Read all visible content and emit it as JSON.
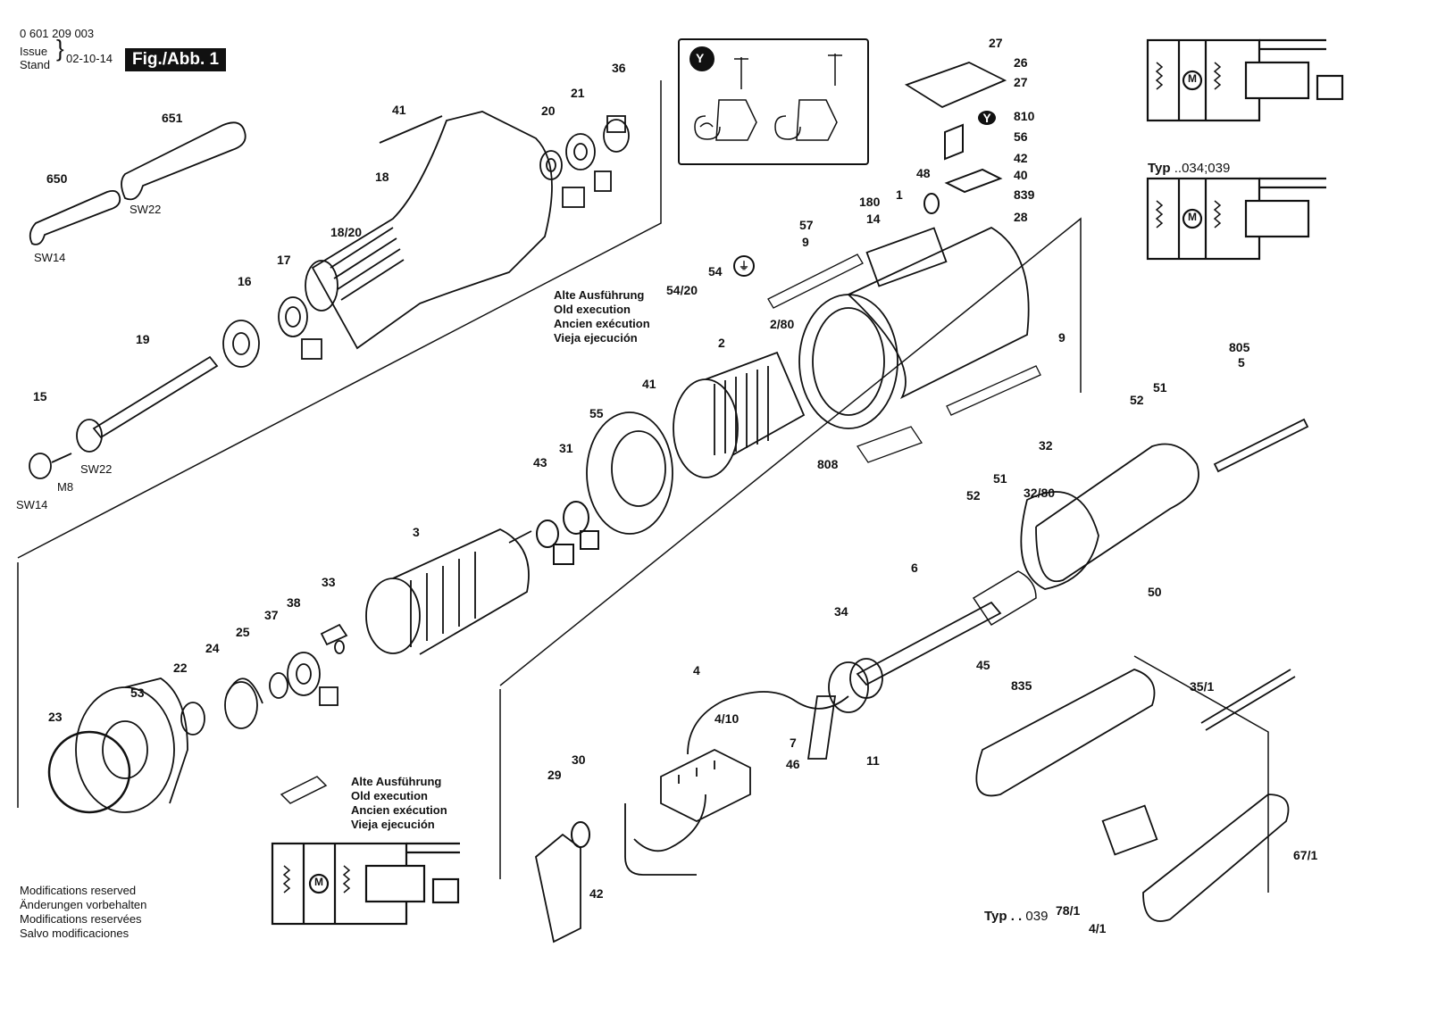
{
  "header": {
    "part_number": "0 601 209 003",
    "issue_label": "Issue",
    "stand_label": "Stand",
    "date": "02-10-14",
    "figure": "Fig./Abb. 1"
  },
  "old_execution_note": [
    "Alte Ausführung",
    "Old execution",
    "Ancien exécution",
    "Vieja ejecución"
  ],
  "footer": [
    "Modifications reserved",
    "Änderungen vorbehalten",
    "Modifications reservées",
    "Salvo modificaciones"
  ],
  "type_labels": {
    "typ_a": "Typ",
    "typ_a_value": "..034;039",
    "typ_b": "Typ . .",
    "typ_b_value": "039"
  },
  "parts": {
    "p41a": "41",
    "p18": "18",
    "p18_20": "18/20",
    "p20": "20",
    "p21": "21",
    "p36": "36",
    "p651": "651",
    "p650": "650",
    "sw22a": "SW22",
    "sw14a": "SW14",
    "p17": "17",
    "p16": "16",
    "p19": "19",
    "p15": "15",
    "m8": "M8",
    "sw22b": "SW22",
    "sw14b": "SW14",
    "p27a": "27",
    "p26": "26",
    "p27b": "27",
    "p810": "810",
    "p56": "56",
    "p48": "48",
    "p42a": "42",
    "p40": "40",
    "p839": "839",
    "p28": "28",
    "p180": "180",
    "p14": "14",
    "p1": "1",
    "p57": "57",
    "p9a": "9",
    "p54_20": "54/20",
    "p54": "54",
    "p2_80": "2/80",
    "p2": "2",
    "p9b": "9",
    "p41b": "41",
    "p55": "55",
    "p808": "808",
    "p43": "43",
    "p31": "31",
    "p3": "3",
    "p33": "33",
    "p37": "37",
    "p38": "38",
    "p25": "25",
    "p24": "24",
    "p22": "22",
    "p53": "53",
    "p23": "23",
    "p805": "805",
    "p5": "5",
    "p52a": "52",
    "p51a": "51",
    "p32": "32",
    "p32_80": "32/80",
    "p51b": "51",
    "p52b": "52",
    "p6": "6",
    "p50": "50",
    "p34": "34",
    "p45": "45",
    "p835": "835",
    "p4": "4",
    "p4_10": "4/10",
    "p7": "7",
    "p46": "46",
    "p11": "11",
    "p29": "29",
    "p30": "30",
    "p42b": "42",
    "p35_1": "35/1",
    "p67_1": "67/1",
    "p78_1": "78/1",
    "p4_1": "4/1",
    "y1": "Y",
    "y2": "Y",
    "m1": "M",
    "m2": "M",
    "m3": "M"
  }
}
